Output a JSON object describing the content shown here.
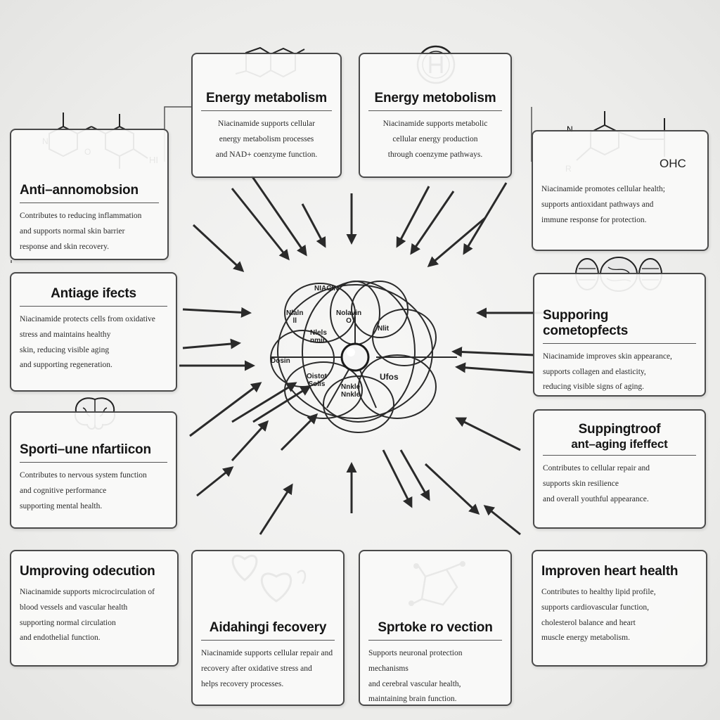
{
  "panels": {
    "energy_left": {
      "title": "Energy metabolism",
      "body": "Niacinamide supports cellular\nenergy metabolism processes\nand NAD+ coenzyme function."
    },
    "energy_right": {
      "title": "Energy metobolism",
      "body": "Niacinamide supports metabolic\ncellular energy production\nthrough coenzyme pathways."
    },
    "anti_inflammation": {
      "title": "Anti–annomobsion",
      "body": "Contributes to reducing inflammation\nand supports normal skin barrier\nresponse and skin recovery."
    },
    "top_right": {
      "title": "",
      "body": "Niacinamide promotes cellular health;\nsupports antioxidant pathways and\nimmune response for protection.",
      "chem_label": "OHC"
    },
    "antiage": {
      "title": "Antiage ifects",
      "body": "Niacinamide protects cells from oxidative\nstress and maintains healthy\nskin, reducing visible aging\nand supporting regeneration."
    },
    "supporting_cosmetic": {
      "title": "Supporing cometopfects",
      "body": "Niacinamide improves skin appearance,\nsupports collagen and elasticity,\nreducing visible signs of aging."
    },
    "cognitive": {
      "title": "Sporti–une nfartiicon",
      "body": "Contributes to nervous system function\nand cognitive performance\nsupporting mental health."
    },
    "anti_aging_right_title": "Suppingtroof",
    "anti_aging_right_subtitle": "ant–aging ifeffect",
    "anti_aging_right_body": "Contributes to cellular repair and\nsupports skin resilience\nand overall youthful appearance.",
    "circulation": {
      "title": "Umproving odecution",
      "body": "Niacinamide supports microcirculation of\nblood vessels and vascular health\nsupporting normal circulation\nand endothelial function."
    },
    "recovery": {
      "title": "Aidahingi fecovery",
      "body": "Niacinamide supports cellular repair and\nrecovery after oxidative stress and\nhelps recovery processes."
    },
    "stroke": {
      "title": "Sprtoke ro vection",
      "body": "Supports neuronal protection mechanisms\nand cerebral vascular health,\nmaintaining brain function."
    },
    "heart": {
      "title": "Improven heart health",
      "body": "Contributes to healthy lipid profile,\nsupports cardiovascular function,\ncholesterol balance and heart\nmuscle energy metabolism."
    }
  },
  "center": {
    "labels": {
      "top": "NIACIN",
      "upper_center": "Nolavin\nO",
      "left_inner": "Nlels\nnmin",
      "left_outer": "Nlaln\nll",
      "right_upper": "Nlit",
      "far_left": "Dosin",
      "lower_left": "Oistot\nSolis",
      "bottom_inner": "Nnkle\nNnkle",
      "right_lower": "Ufos"
    }
  },
  "icons": [
    "chemical-structure-icon",
    "ring-molecule-icon",
    "dna-symbol-icon",
    "brain-icon",
    "heart-icon",
    "cells-icon"
  ],
  "colors": {
    "line": "#2a2a2a",
    "border": "#4a4a4a",
    "text": "#1d1d1d"
  }
}
